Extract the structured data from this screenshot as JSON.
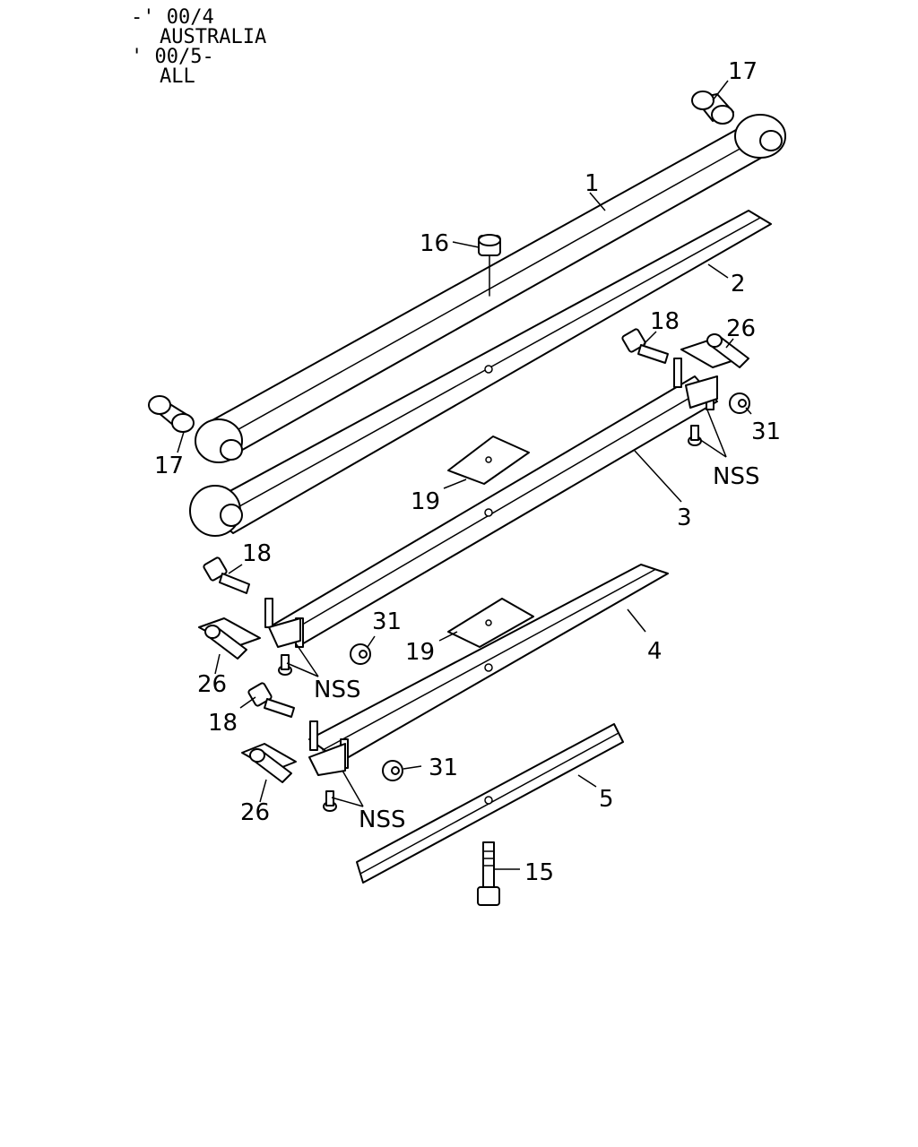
{
  "notes": [
    "-' 00/4",
    "AUSTRALIA",
    "' 00/5-",
    "ALL"
  ],
  "labels": {
    "p1": "1",
    "p2": "2",
    "p3": "3",
    "p4": "4",
    "p5": "5",
    "p15": "15",
    "p16": "16",
    "p17a": "17",
    "p17b": "17",
    "p18a": "18",
    "p18b": "18",
    "p18c": "18",
    "p19a": "19",
    "p19b": "19",
    "p26a": "26",
    "p26b": "26",
    "p26c": "26",
    "p31a": "31",
    "p31b": "31",
    "p31c": "31",
    "nssA": "NSS",
    "nssB": "NSS",
    "nssC": "NSS"
  }
}
